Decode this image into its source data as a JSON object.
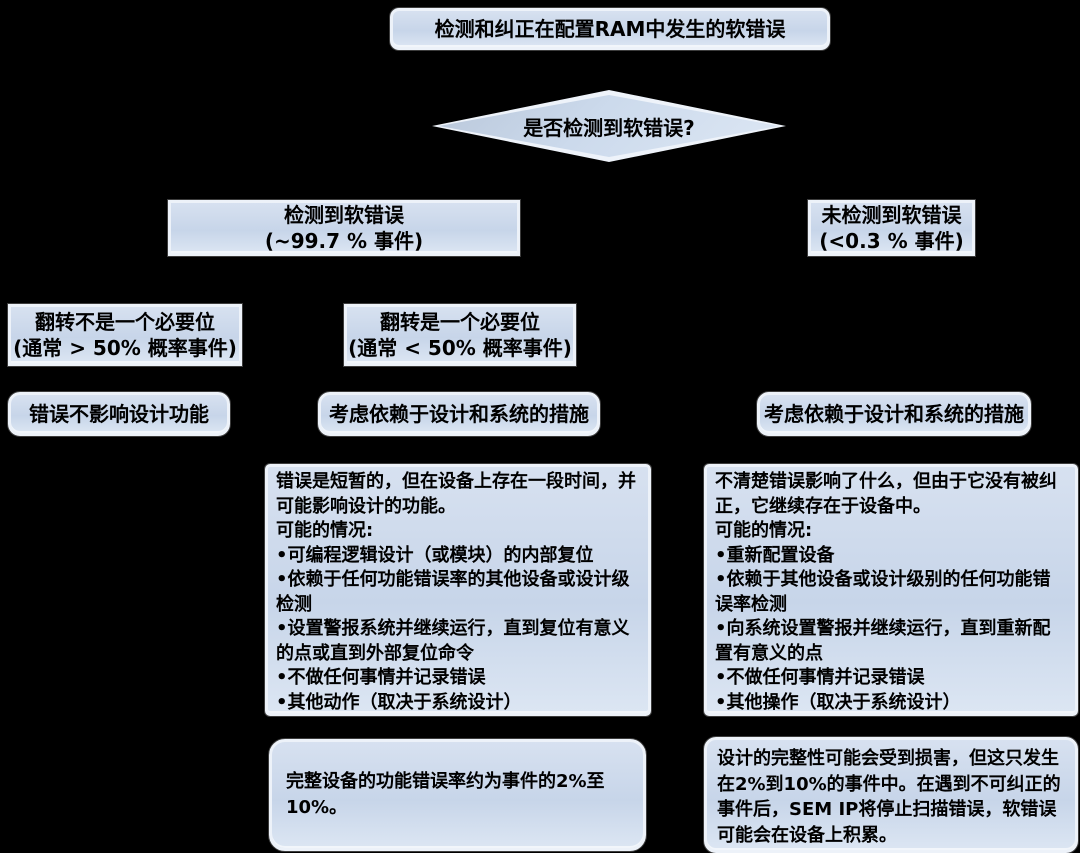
{
  "colors": {
    "background": "#000000",
    "box_fill": "#cbd9ec",
    "box_border": "#edf2f9",
    "text": "#000000"
  },
  "flowchart": {
    "title": "检测和纠正在配置RAM中发生的软错误",
    "decision": "是否检测到软错误?",
    "detected": {
      "line1": "检测到软错误",
      "line2": "(~99.7 % 事件)"
    },
    "not_detected": {
      "line1": "未检测到软错误",
      "line2": "(<0.3 % 事件)"
    },
    "flip_not_essential": {
      "line1": "翻转不是一个必要位",
      "line2": "(通常 > 50% 概率事件)"
    },
    "flip_essential": {
      "line1": "翻转是一个必要位",
      "line2": "(通常 < 50% 概率事件)"
    },
    "no_effect": "错误不影响设计功能",
    "consider_mid": "考虑依赖于设计和系统的措施",
    "consider_right": "考虑依赖于设计和系统的措施",
    "detail_mid": {
      "p1": "错误是短暂的，但在设备上存在一段时间，并可能影响设计的功能。",
      "p2": "可能的情况:",
      "bullets": [
        "•可编程逻辑设计（或模块）的内部复位",
        "•依赖于任何功能错误率的其他设备或设计级检测",
        "•设置警报系统并继续运行，直到复位有意义的点或直到外部复位命令",
        "•不做任何事情并记录错误",
        "•其他动作（取决于系统设计）"
      ]
    },
    "detail_right": {
      "p1": "不清楚错误影响了什么，但由于它没有被纠正，它继续存在于设备中。",
      "p2": "可能的情况:",
      "bullets": [
        "•重新配置设备",
        "•依赖于其他设备或设计级别的任何功能错误率检测",
        "•向系统设置警报并继续运行，直到重新配置有意义的点",
        "•不做任何事情并记录错误",
        "•其他操作（取决于系统设计）"
      ]
    },
    "outcome_left": "完整设备的功能错误率约为事件的2%至10%。",
    "outcome_right": "设计的完整性可能会受到损害，但这只发生在2%到10%的事件中。在遇到不可纠正的事件后，SEM IP将停止扫描错误，软错误可能会在设备上积累。"
  }
}
